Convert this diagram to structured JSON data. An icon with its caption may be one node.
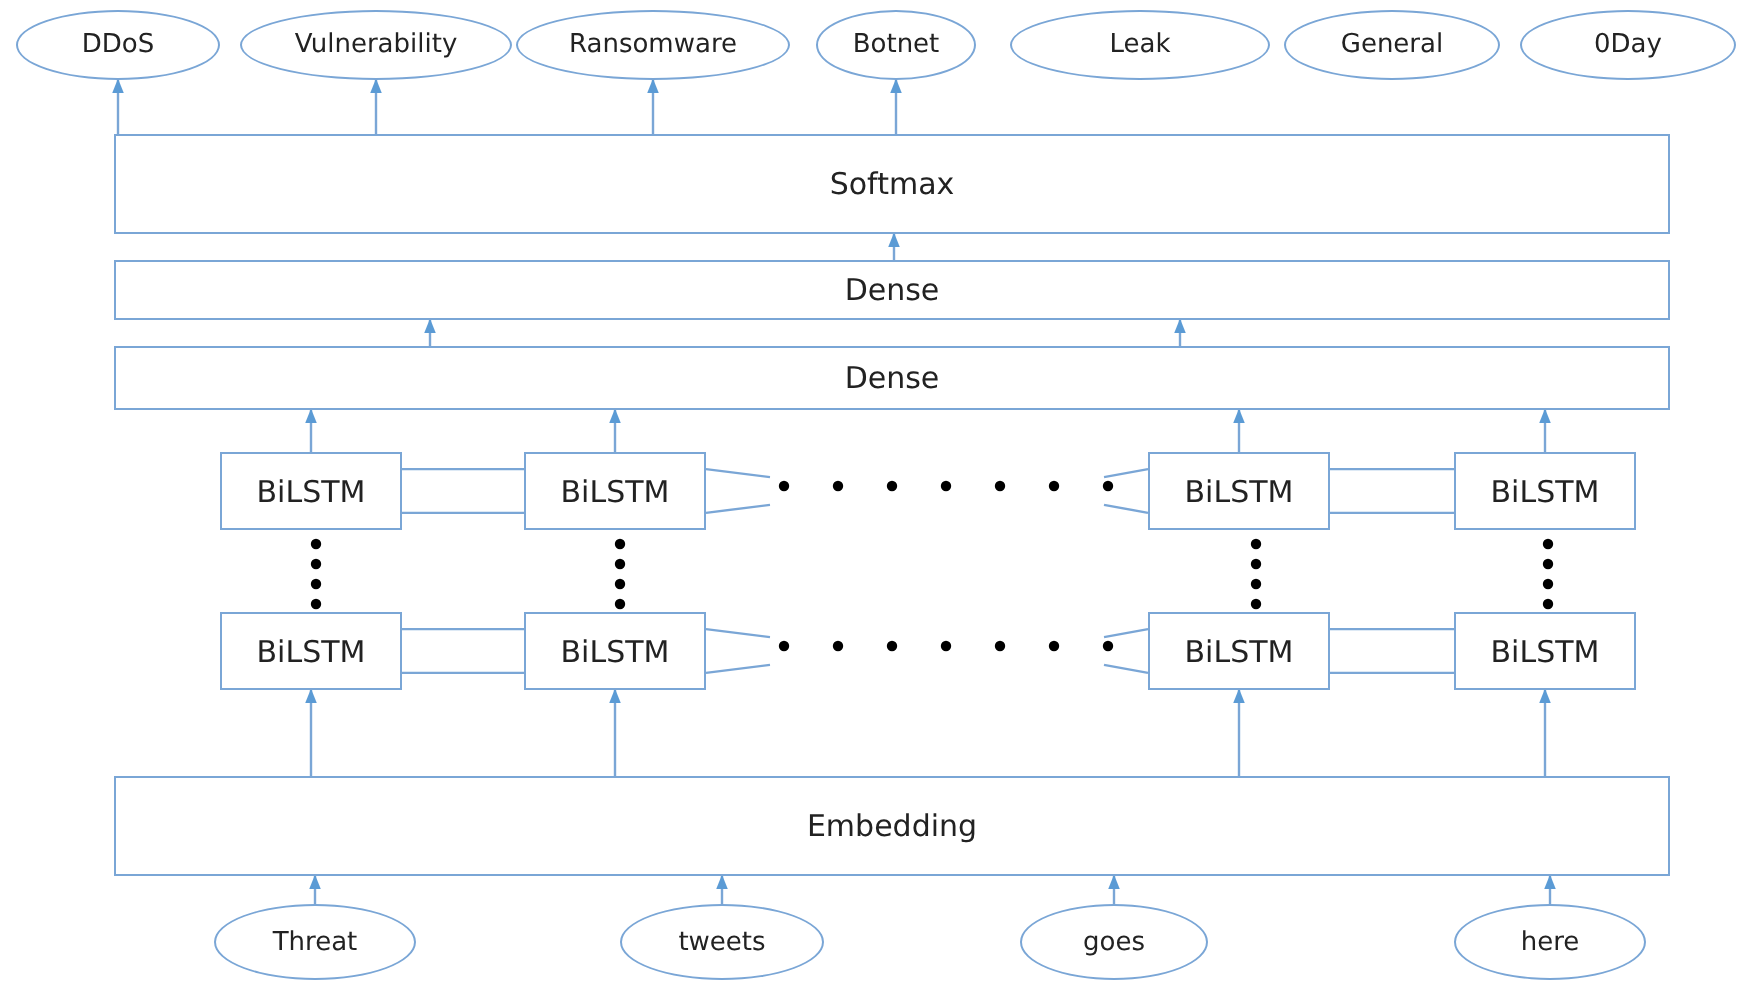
{
  "diagram": {
    "nodes": [
      {
        "text": [
          "DDoS"
        ]
      },
      {
        "text": [
          "Vulnerability"
        ]
      },
      {
        "text": [
          "Ransomware"
        ]
      },
      {
        "text": [
          "Botnet"
        ]
      },
      {
        "text": [
          "Leak"
        ]
      },
      {
        "text": [
          "General"
        ]
      },
      {
        "text": [
          "0Day"
        ]
      },
      {
        "text": [
          "Softmax"
        ]
      },
      {
        "text": [
          "Dense"
        ]
      },
      {
        "text": [
          "Dense"
        ]
      },
      {
        "text": [
          "BiLSTM"
        ]
      },
      {
        "text": [
          "BiLSTM"
        ]
      },
      {
        "text": [
          "BiLSTM"
        ]
      },
      {
        "text": [
          "BiLSTM"
        ]
      },
      {
        "text": [
          "BiLSTM"
        ]
      },
      {
        "text": [
          "BiLSTM"
        ]
      },
      {
        "text": [
          "BiLSTM"
        ]
      },
      {
        "text": [
          "BiLSTM"
        ]
      },
      {
        "text": [
          "Embedding"
        ]
      },
      {
        "text": [
          "Threat"
        ]
      },
      {
        "text": [
          "tweets"
        ]
      },
      {
        "text": [
          "goes"
        ]
      },
      {
        "text": [
          "here"
        ]
      }
    ],
    "edges": [
      {
        "from": 7,
        "to": 0,
        "arrow": "to"
      },
      {
        "from": 7,
        "to": 1,
        "arrow": "to"
      },
      {
        "from": 7,
        "to": 2,
        "arrow": "to"
      },
      {
        "from": 7,
        "to": 3,
        "arrow": "to"
      },
      {
        "from": 8,
        "to": 7,
        "arrow": "to"
      },
      {
        "from": 9,
        "to": 8,
        "arrow": "to"
      },
      {
        "from": 9,
        "to": 8,
        "arrow": "to"
      },
      {
        "from": 10,
        "to": 9,
        "arrow": "to"
      },
      {
        "from": 11,
        "to": 9,
        "arrow": "to"
      },
      {
        "from": 12,
        "to": 9,
        "arrow": "to"
      },
      {
        "from": 13,
        "to": 9,
        "arrow": "to"
      },
      {
        "from": 10,
        "to": 11,
        "arrow": "none"
      },
      {
        "from": 10,
        "to": 11,
        "arrow": "none"
      },
      {
        "from": 11,
        "to": null,
        "arrow": "none"
      },
      {
        "from": 11,
        "to": null,
        "arrow": "none"
      },
      {
        "from": null,
        "to": 12,
        "arrow": "none"
      },
      {
        "from": null,
        "to": 12,
        "arrow": "none"
      },
      {
        "from": 12,
        "to": 13,
        "arrow": "none"
      },
      {
        "from": 12,
        "to": 13,
        "arrow": "none"
      },
      {
        "from": 14,
        "to": 15,
        "arrow": "none"
      },
      {
        "from": 14,
        "to": 15,
        "arrow": "none"
      },
      {
        "from": 15,
        "to": null,
        "arrow": "none"
      },
      {
        "from": 15,
        "to": null,
        "arrow": "none"
      },
      {
        "from": null,
        "to": 16,
        "arrow": "none"
      },
      {
        "from": null,
        "to": 16,
        "arrow": "none"
      },
      {
        "from": 16,
        "to": 17,
        "arrow": "none"
      },
      {
        "from": 16,
        "to": 17,
        "arrow": "none"
      },
      {
        "from": 18,
        "to": 14,
        "arrow": "to"
      },
      {
        "from": 18,
        "to": 15,
        "arrow": "to"
      },
      {
        "from": 18,
        "to": 16,
        "arrow": "to"
      },
      {
        "from": 18,
        "to": 17,
        "arrow": "to"
      },
      {
        "from": 19,
        "to": 18,
        "arrow": "to"
      },
      {
        "from": 20,
        "to": 18,
        "arrow": "to"
      },
      {
        "from": 21,
        "to": 18,
        "arrow": "to"
      },
      {
        "from": 22,
        "to": 18,
        "arrow": "to"
      }
    ]
  }
}
